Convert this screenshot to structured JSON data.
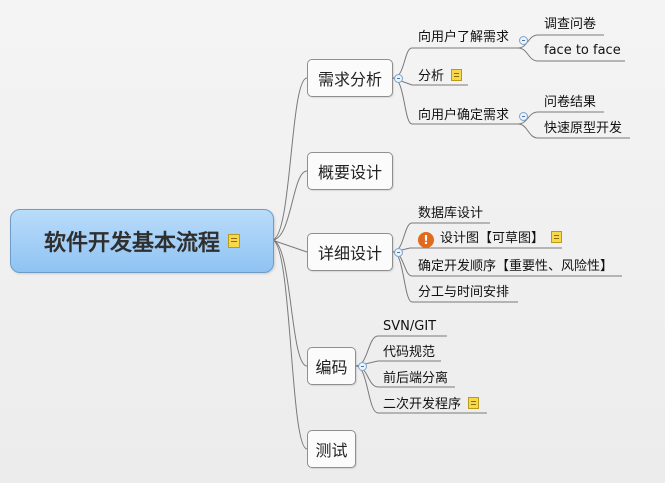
{
  "root": {
    "label": "软件开发基本流程",
    "has_note": true
  },
  "branches": [
    {
      "label": "需求分析",
      "children": [
        {
          "label": "向用户了解需求",
          "children": [
            {
              "label": "调查问卷"
            },
            {
              "label": "face to face"
            }
          ]
        },
        {
          "label": "分析",
          "note": true
        },
        {
          "label": "向用户确定需求",
          "children": [
            {
              "label": "问卷结果"
            },
            {
              "label": "快速原型开发"
            }
          ]
        }
      ]
    },
    {
      "label": "概要设计"
    },
    {
      "label": "详细设计",
      "children": [
        {
          "label": "数据库设计"
        },
        {
          "label": "设计图【可草图】",
          "note": true,
          "warning": "!"
        },
        {
          "label": "确定开发顺序【重要性、风险性】"
        },
        {
          "label": "分工与时间安排"
        }
      ]
    },
    {
      "label": "编码",
      "children": [
        {
          "label": "SVN/GIT"
        },
        {
          "label": "代码规范"
        },
        {
          "label": "前后端分离"
        },
        {
          "label": "二次开发程序",
          "note": true
        }
      ]
    },
    {
      "label": "测试"
    }
  ],
  "colors": {
    "line": "#777777",
    "root_fill": "#9fcbf5",
    "root_border": "#6e9cc6",
    "warning": "#e26a1c",
    "note": "#f6d84a"
  },
  "icons": {
    "note": "note-icon",
    "warning": "warning-icon",
    "collapse": "collapse-icon"
  }
}
